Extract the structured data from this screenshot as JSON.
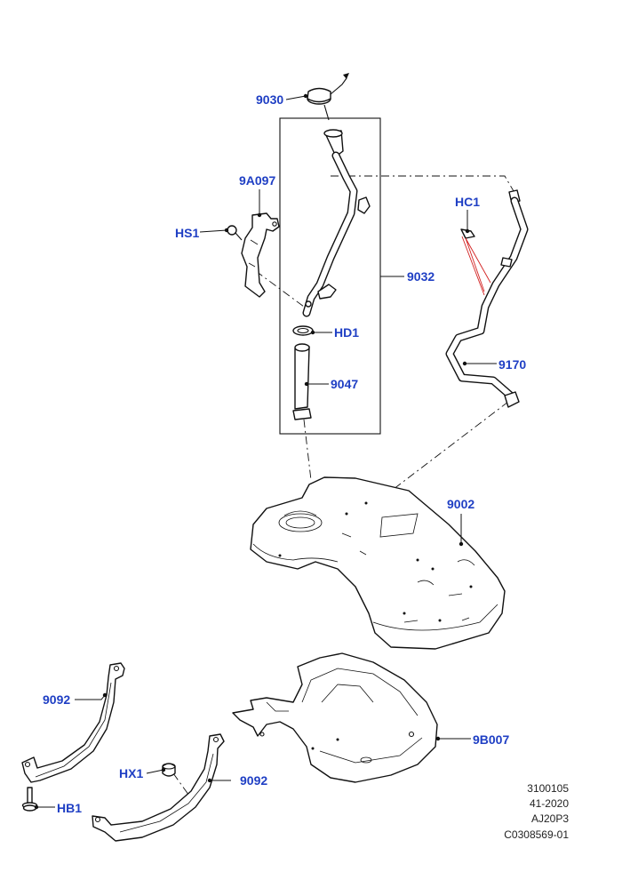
{
  "callouts": {
    "c9030": "9030",
    "c9A097": "9A097",
    "cHS1": "HS1",
    "c9032": "9032",
    "cHD1": "HD1",
    "c9047": "9047",
    "cHC1": "HC1",
    "c9170": "9170",
    "c9002": "9002",
    "c9092a": "9092",
    "c9B007": "9B007",
    "cHX1": "HX1",
    "c9092b": "9092",
    "cHB1": "HB1"
  },
  "reference": {
    "line1": "3100105",
    "line2": "41-2020",
    "line3": "AJ20P3",
    "line4": "C0308569-01"
  },
  "colors": {
    "callout_text": "#1f3fc4",
    "line_art": "#111111",
    "red_leader": "#d22020"
  }
}
